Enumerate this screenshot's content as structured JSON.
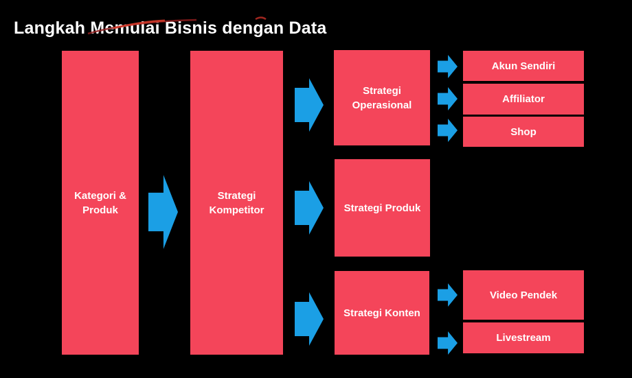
{
  "title": "Langkah Memulai Bisnis dengan Data",
  "colors": {
    "background": "#000000",
    "box_red": "#F4455A",
    "arrow_blue": "#1B9FE5",
    "text_white": "#FFFFFF",
    "annotation_red": "#A82020"
  },
  "flow": {
    "step1": {
      "label": "Kategori &\nProduk"
    },
    "step2": {
      "label": "Strategi\nKompetitor"
    },
    "strategies": [
      {
        "label": "Strategi\nOperasional",
        "children": [
          "Akun Sendiri",
          "Affiliator",
          "Shop"
        ]
      },
      {
        "label": "Strategi Produk",
        "children": []
      },
      {
        "label": "Strategi Konten",
        "children": [
          "Video Pendek",
          "Livestream"
        ]
      }
    ]
  }
}
